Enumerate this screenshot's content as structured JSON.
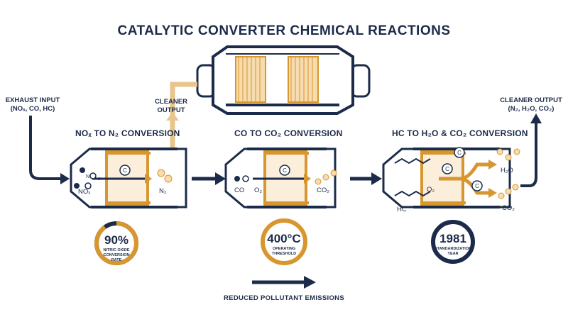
{
  "title": "CATALYTIC CONVERTER CHEMICAL REACTIONS",
  "labels": {
    "exhaust_input_line1": "EXHAUST INPUT",
    "exhaust_input_line2": "(NOₓ, CO, HC)",
    "cleaner_output_mid_line1": "CLEANER",
    "cleaner_output_mid_line2": "OUTPUT",
    "cleaner_output_right_line1": "CLEANER OUTPUT",
    "cleaner_output_right_line2": "(N₂, H₂O, CO₂)"
  },
  "sections": [
    {
      "title": "NOₓ TO N₂ CONVERSION",
      "in_label": "NOₓ",
      "out_label": "N₂"
    },
    {
      "title": "CO TO CO₂ CONVERSION",
      "in_label": "CO",
      "mid_label": "O₂",
      "out_label": "CO₂"
    },
    {
      "title": "HC TO H₂O & CO₂ CONVERSION",
      "in_label": "HC",
      "mid_label": "O₂",
      "out_label_top": "H₂O",
      "out_label_bottom": "CO₂"
    }
  ],
  "stats": [
    {
      "value": "90%",
      "caption_line1": "NITRIC OXIDE",
      "caption_line2": "CONVERSION",
      "caption_line3": "RATE",
      "fraction": 0.9
    },
    {
      "value": "400°C",
      "caption_line1": "OPERATING",
      "caption_line2": "THRESHOLD",
      "caption_line3": ""
    },
    {
      "value": "1981",
      "caption_line1": "STANDARDIZATION",
      "caption_line2": "YEAR",
      "caption_line3": ""
    }
  ],
  "footer": "REDUCED POLLUTANT EMISSIONS",
  "colors": {
    "navy": "#1c2b4a",
    "gold": "#d8962e",
    "light_gold": "#e8c58c",
    "cream": "#f7e6c8"
  }
}
